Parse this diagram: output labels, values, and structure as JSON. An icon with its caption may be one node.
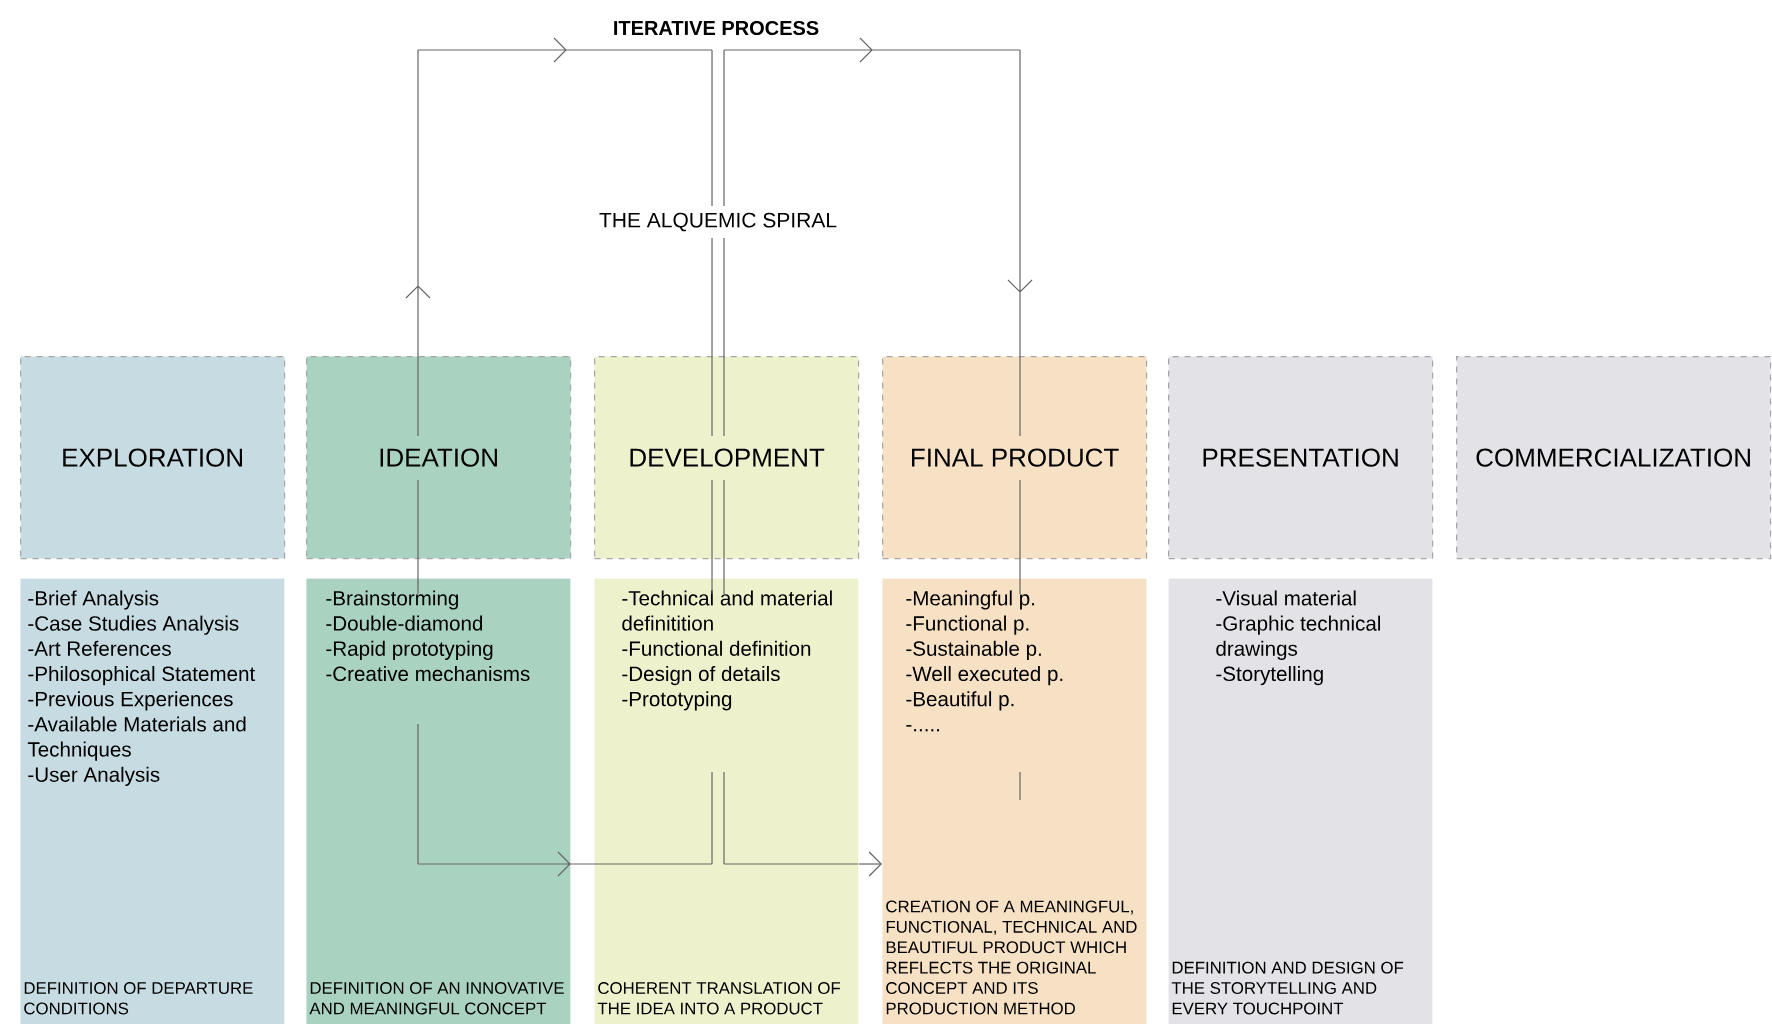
{
  "diagram": {
    "title": "ITERATIVE PROCESS",
    "nodes": [
      {
        "text": [
          "EXPLORATION"
        ]
      },
      {
        "text": [
          "IDEATION"
        ]
      },
      {
        "text": [
          "DEVELOPMENT"
        ]
      },
      {
        "text": [
          "FINAL PRODUCT"
        ]
      },
      {
        "text": [
          "PRESENTATION"
        ]
      },
      {
        "text": [
          "COMMERCIALIZATION"
        ]
      },
      {
        "text": [
          "-Brief Analysis",
          "-Case Studies Analysis",
          "-Art References",
          "-Philosophical Statement",
          "-Previous Experiences",
          "-Available Materials and Techniques",
          "-User Analysis",
          "DEFINITION OF DEPARTURE CONDITIONS"
        ]
      },
      {
        "text": [
          "-Brainstorming",
          "-Double-diamond",
          "-Rapid prototyping",
          "-Creative mechanisms",
          "DEFINITION OF AN INNOVATIVE AND MEANINGFUL CONCEPT"
        ]
      },
      {
        "text": [
          "-Technical and material definitition",
          "-Functional definition",
          "-Design of details",
          "-Prototyping",
          "COHERENT TRANSLATION OF THE IDEA INTO A PRODUCT"
        ]
      },
      {
        "text": [
          "-Meaningful p.",
          "-Functional p.",
          "-Sustainable p.",
          "-Well executed p.",
          "-Beautiful p.",
          "-.....",
          "CREATION OF A MEANINGFUL, FUNCTIONAL, TECHNICAL AND BEAUTIFUL PRODUCT WHICH REFLECTS THE ORIGINAL CONCEPT AND ITS PRODUCTION METHOD"
        ]
      },
      {
        "text": [
          "-Visual material",
          "-Graphic technical drawings",
          "-Storytelling",
          "DEFINITION AND DESIGN OF THE STORYTELLING AND EVERY TOUCHPOINT"
        ]
      }
    ],
    "edges": [
      {
        "from": 8,
        "to": 9,
        "arrow": "to"
      }
    ],
    "labels": [
      "THE ALQUEMIC SPIRAL"
    ]
  }
}
